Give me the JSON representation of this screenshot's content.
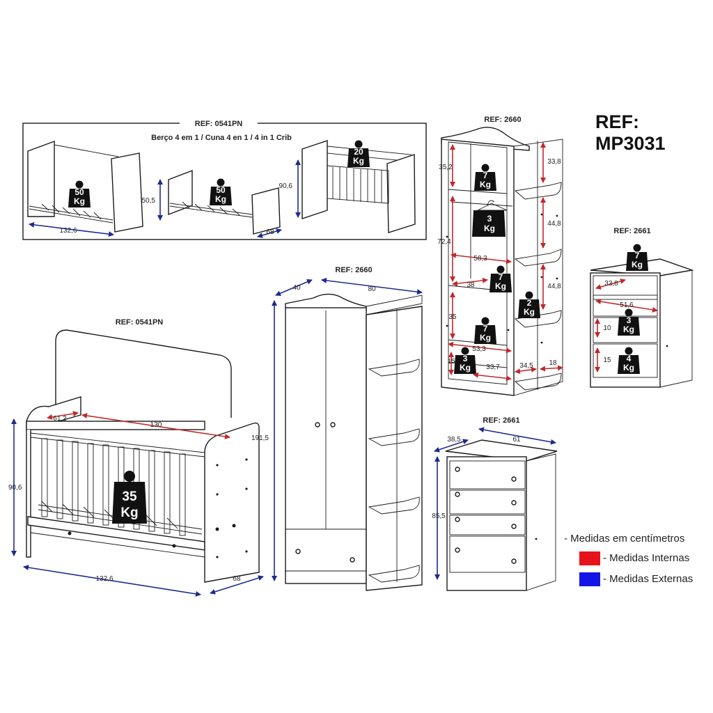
{
  "main_ref": "REF: MP3031",
  "top_panel": {
    "ref": "REF: 0541PN",
    "subtitle": "Berço 4 em 1 / Cuna 4 en 1 / 4 in 1 Crib",
    "weights": [
      "50",
      "50",
      "20"
    ],
    "dims": [
      "132,6",
      "50,5",
      "68",
      "90,6"
    ]
  },
  "kg": "Kg",
  "crib": {
    "ref": "REF: 0541PN",
    "weight": "35",
    "dims": [
      "61,2",
      "130",
      "90,6",
      "132,6",
      "68"
    ]
  },
  "wardrobe": {
    "ref": "REF: 2660",
    "dims": [
      "40",
      "80",
      "191,5"
    ]
  },
  "wardrobe_interior": {
    "ref": "REF: 2660",
    "weights": [
      "7",
      "3",
      "7",
      "2",
      "7",
      "3"
    ],
    "dims": [
      "35,2",
      "33,8",
      "44,8",
      "72,4",
      "58,3",
      "38",
      "44,8",
      "35",
      "53,3",
      "15",
      "33,7",
      "34,5",
      "18"
    ]
  },
  "dresser_interior": {
    "ref": "REF: 2661",
    "weights": [
      "7",
      "3",
      "4"
    ],
    "dims": [
      "33,8",
      "51,6",
      "10",
      "15"
    ]
  },
  "dresser": {
    "ref": "REF: 2661",
    "dims": [
      "38,5",
      "61",
      "85,5"
    ]
  },
  "legend": {
    "line1": "- Medidas em centímetros",
    "line2": "- Medidas Internas",
    "line3": "- Medidas Externas",
    "internal_color": "#e8121a",
    "external_color": "#1414e6"
  }
}
